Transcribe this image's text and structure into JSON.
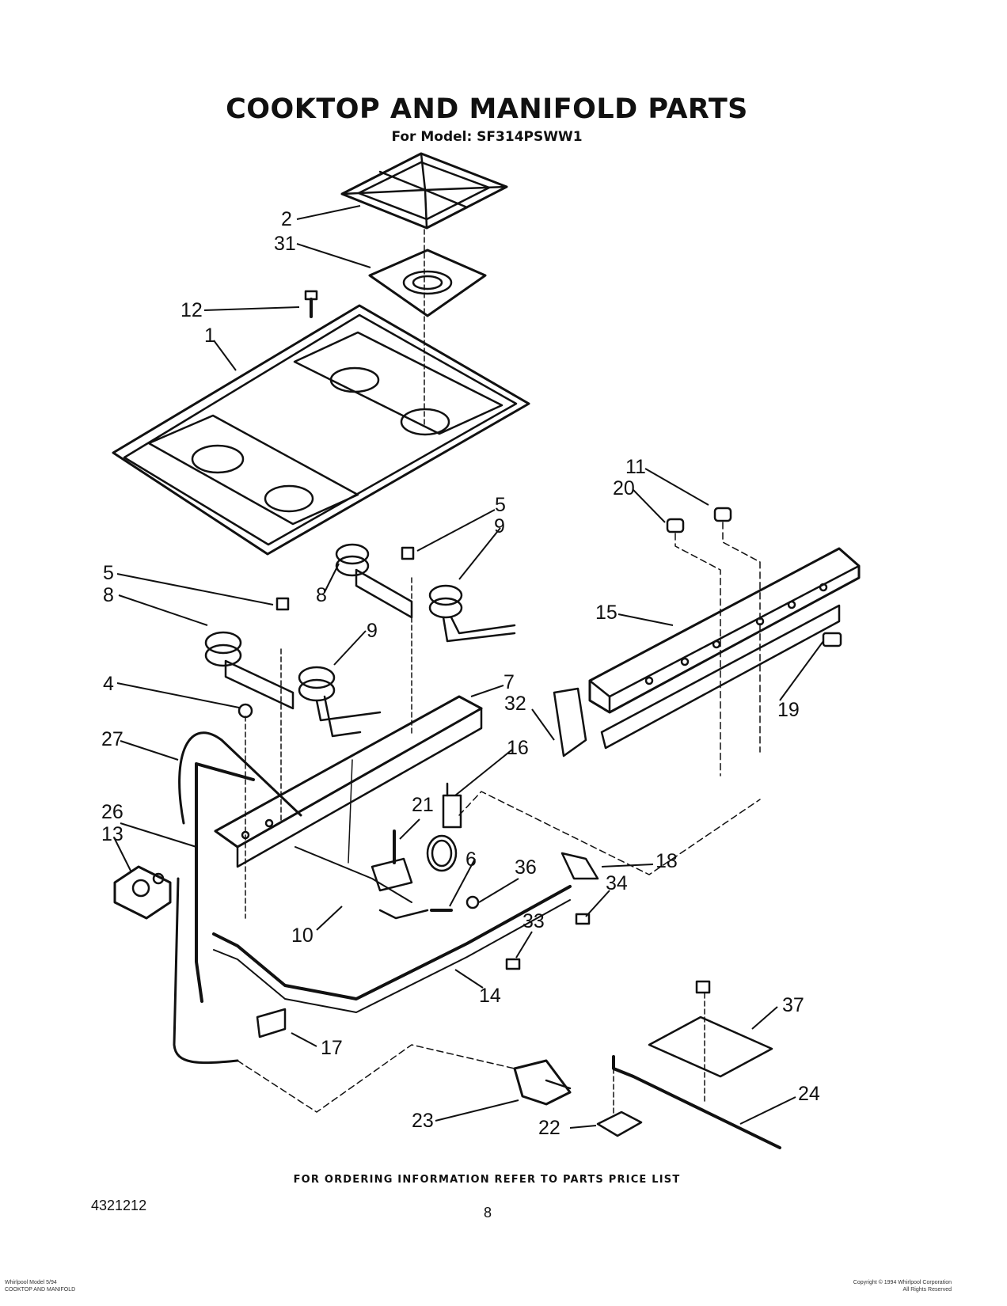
{
  "header": {
    "title": "COOKTOP AND MANIFOLD PARTS",
    "subtitle": "For Model: SF314PSWW1"
  },
  "callouts": [
    "2",
    "31",
    "12",
    "1",
    "11",
    "20",
    "5",
    "9",
    "8",
    "5",
    "8",
    "15",
    "9",
    "19",
    "4",
    "7",
    "32",
    "27",
    "16",
    "26",
    "21",
    "13",
    "18",
    "6",
    "36",
    "34",
    "10",
    "33",
    "14",
    "37",
    "17",
    "24",
    "23",
    "22"
  ],
  "footer": {
    "ordering_note": "FOR ORDERING INFORMATION REFER TO PARTS PRICE LIST",
    "document_number": "4321212",
    "page_number": "8"
  },
  "fine_print": {
    "left": [
      "Whirlpool Model 5/94",
      "COOKTOP AND MANIFOLD"
    ],
    "right": [
      "Copyright © 1994 Whirlpool Corporation",
      "All Rights Reserved"
    ]
  }
}
